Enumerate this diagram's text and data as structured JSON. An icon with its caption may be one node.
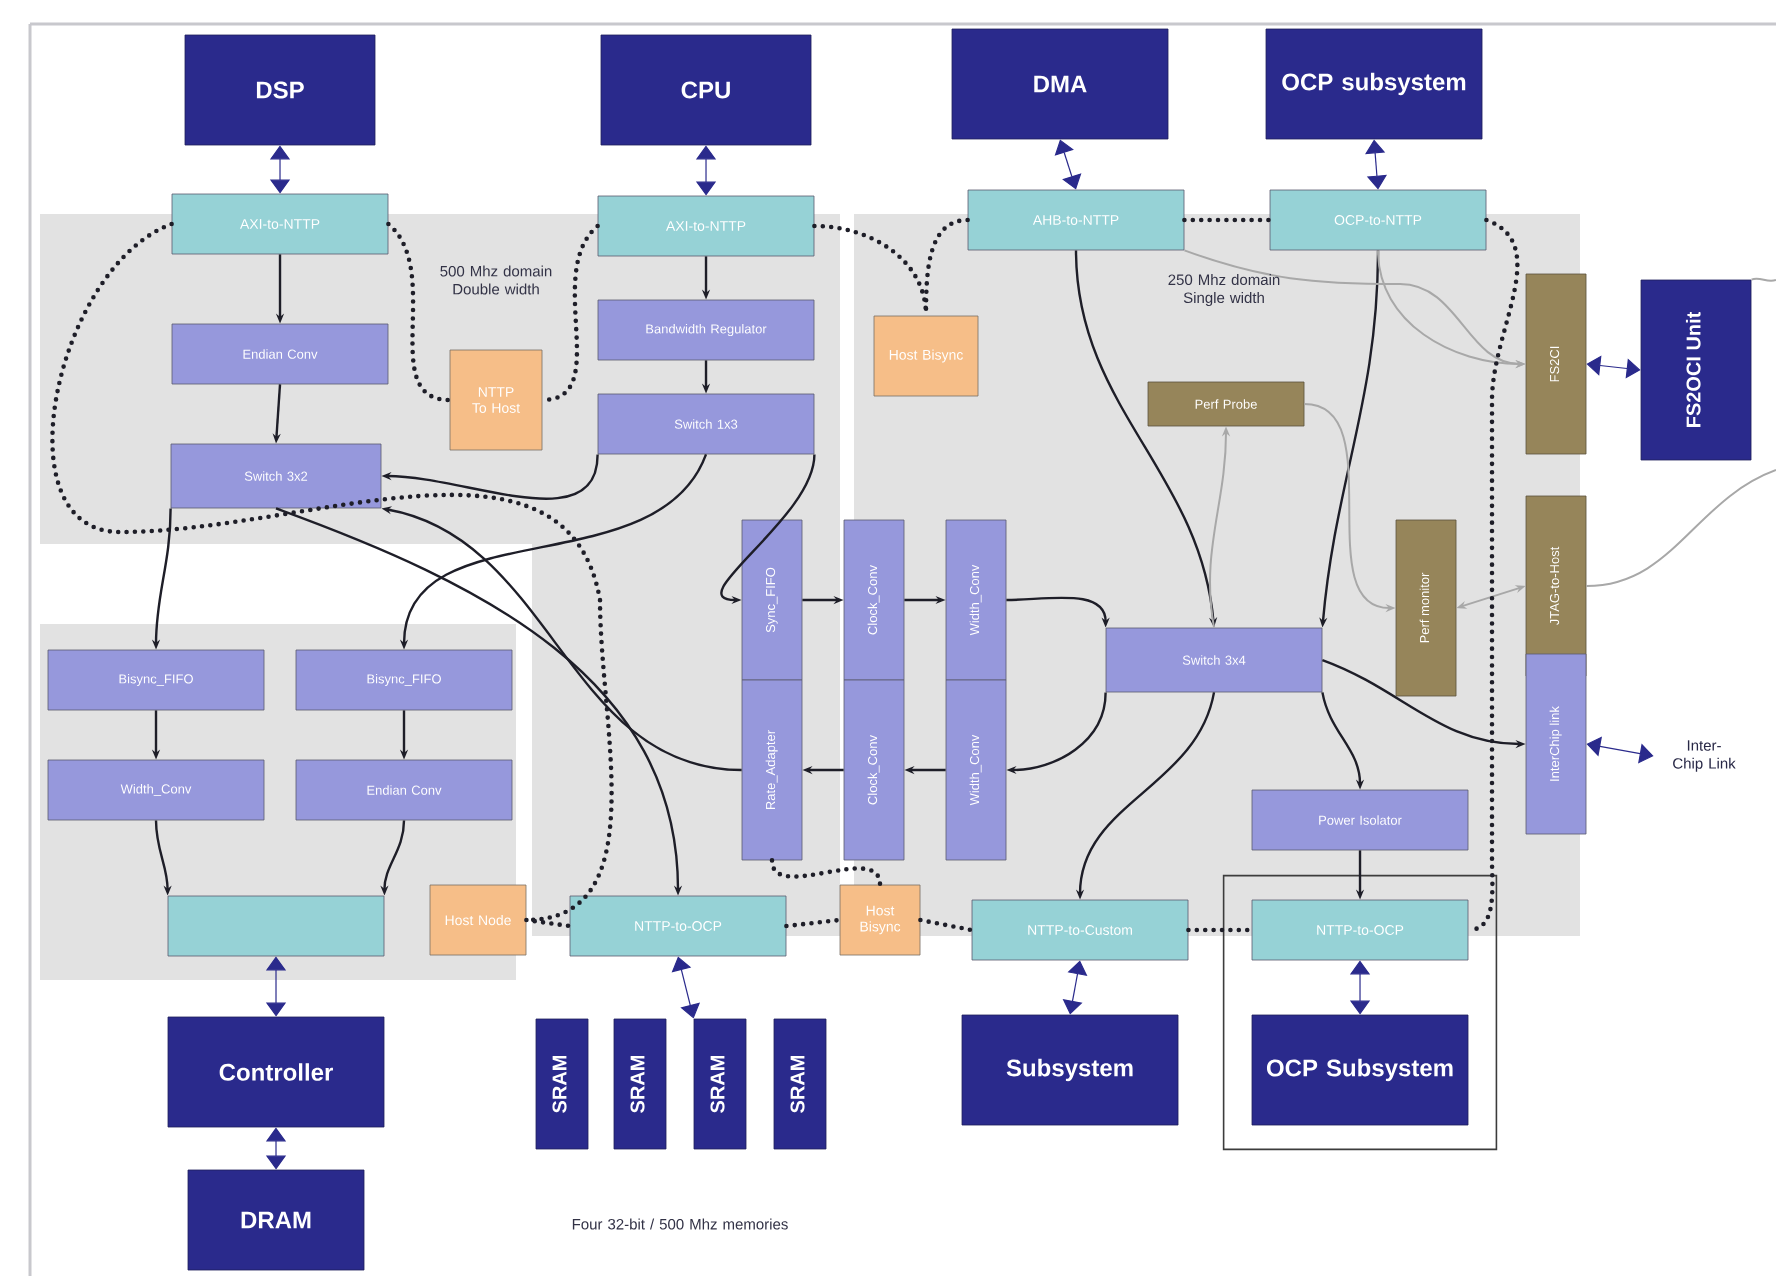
{
  "diagram": {
    "nodes": [
      {
        "text": [
          "DSP"
        ]
      },
      {
        "text": [
          "CPU"
        ]
      },
      {
        "text": [
          "DMA"
        ]
      },
      {
        "text": [
          "OCP subsystem"
        ]
      },
      {
        "text": [
          "AXI-to-NTTP"
        ]
      },
      {
        "text": [
          "AXI-to-NTTP"
        ]
      },
      {
        "text": [
          "AHB-to-NTTP"
        ]
      },
      {
        "text": [
          "OCP-to-NTTP"
        ]
      },
      {
        "text": [
          "Endian Conv"
        ]
      },
      {
        "text": [
          "NTTP To Host"
        ]
      },
      {
        "text": [
          "Bandwidth Regulator"
        ]
      },
      {
        "text": [
          "Switch 1x3"
        ]
      },
      {
        "text": [
          "Host Bisync"
        ]
      },
      {
        "text": [
          "Switch 3x2"
        ]
      },
      {
        "text": [
          "Perf Probe"
        ]
      },
      {
        "text": [
          "FS2CI"
        ]
      },
      {
        "text": [
          "FS2OCI Unit"
        ]
      },
      {
        "text": [
          "Perf monitor"
        ]
      },
      {
        "text": [
          "JTAG-to-Host"
        ]
      },
      {
        "text": [
          "Sync_FIFO"
        ]
      },
      {
        "text": [
          "Clock_Conv"
        ]
      },
      {
        "text": [
          "Width_Conv"
        ]
      },
      {
        "text": [
          "Switch 3x4"
        ]
      },
      {
        "text": [
          "Rate_Adapter"
        ]
      },
      {
        "text": [
          "Clock_Conv"
        ]
      },
      {
        "text": [
          "Width_Conv"
        ]
      },
      {
        "text": [
          "InterChip link"
        ]
      },
      {
        "text": [
          "Inter-Chip Link"
        ]
      },
      {
        "text": [
          "Bisync_FIFO"
        ]
      },
      {
        "text": [
          "Bisync_FIFO"
        ]
      },
      {
        "text": [
          "Width_Conv"
        ]
      },
      {
        "text": [
          "Endian Conv"
        ]
      },
      {
        "text": [
          "Power Isolator"
        ]
      },
      {
        "text": [],
        "shape": "box"
      },
      {
        "text": [
          "Host Node"
        ]
      },
      {
        "text": [
          "NTTP-to-OCP"
        ]
      },
      {
        "text": [
          "Host Bisync"
        ]
      },
      {
        "text": [
          "NTTP-to-Custom"
        ]
      },
      {
        "text": [],
        "shape": "box"
      },
      {
        "text": [
          "NTTP-to-OCP"
        ],
        "in": 38
      },
      {
        "text": [
          "Controller"
        ]
      },
      {
        "text": [
          "DRAM"
        ]
      },
      {
        "text": [
          "SRAM"
        ]
      },
      {
        "text": [
          "SRAM"
        ]
      },
      {
        "text": [
          "SRAM"
        ]
      },
      {
        "text": [
          "SRAM"
        ]
      },
      {
        "text": [
          "Subsystem"
        ]
      },
      {
        "text": [
          "OCP Subsystem"
        ],
        "in": 38
      }
    ],
    "edges": [
      {
        "from": 0,
        "to": 4,
        "arrow": "both",
        "color": "#2a2a8c"
      },
      {
        "from": 1,
        "to": 5,
        "arrow": "both",
        "color": "#2a2a8c"
      },
      {
        "from": 2,
        "to": 6,
        "arrow": "both",
        "color": "#2a2a8c"
      },
      {
        "from": 3,
        "to": 7,
        "arrow": "both",
        "color": "#2a2a8c"
      },
      {
        "from": 15,
        "to": 16,
        "arrow": "both",
        "color": "#2a2a8c"
      },
      {
        "from": 27,
        "to": 26,
        "arrow": "both",
        "color": "#2a2a8c"
      },
      {
        "from": 33,
        "to": 40,
        "arrow": "both",
        "color": "#2a2a8c"
      },
      {
        "from": 40,
        "to": 41,
        "arrow": "both",
        "color": "#2a2a8c"
      },
      {
        "from": 35,
        "to": 44,
        "arrow": "both",
        "color": "#2a2a8c"
      },
      {
        "from": 37,
        "to": 46,
        "arrow": "both",
        "color": "#2a2a8c"
      },
      {
        "from": 39,
        "to": 47,
        "arrow": "both",
        "color": "#2a2a8c"
      },
      {
        "from": 4,
        "to": 8,
        "arrow": "to"
      },
      {
        "from": 8,
        "to": 13,
        "arrow": "to"
      },
      {
        "from": 5,
        "to": 10,
        "arrow": "to"
      },
      {
        "from": 10,
        "to": 11,
        "arrow": "to"
      },
      {
        "from": 11,
        "to": 13,
        "arrow": "to"
      },
      {
        "from": 23,
        "to": 13,
        "arrow": "to"
      },
      {
        "from": 11,
        "to": 19,
        "arrow": "to"
      },
      {
        "from": 13,
        "to": 28,
        "arrow": "to"
      },
      {
        "from": 11,
        "to": 29,
        "arrow": "to"
      },
      {
        "from": 28,
        "to": 30,
        "arrow": "to"
      },
      {
        "from": 29,
        "to": 31,
        "arrow": "to"
      },
      {
        "from": 30,
        "to": 33,
        "arrow": "to"
      },
      {
        "from": 31,
        "to": 33,
        "arrow": "to"
      },
      {
        "from": 19,
        "to": 20,
        "arrow": "to"
      },
      {
        "from": 20,
        "to": 21,
        "arrow": "to"
      },
      {
        "from": 21,
        "to": 22,
        "arrow": "to"
      },
      {
        "from": 22,
        "to": 25,
        "arrow": "to"
      },
      {
        "from": 25,
        "to": 24,
        "arrow": "to"
      },
      {
        "from": 24,
        "to": 23,
        "arrow": "to"
      },
      {
        "from": 6,
        "to": 22,
        "arrow": "to"
      },
      {
        "from": 7,
        "to": 22,
        "arrow": "to"
      },
      {
        "from": 22,
        "to": 37,
        "arrow": "to"
      },
      {
        "from": 22,
        "to": 32,
        "arrow": "to"
      },
      {
        "from": 22,
        "to": 26,
        "arrow": "to"
      },
      {
        "from": 32,
        "to": 39,
        "arrow": "to"
      },
      {
        "from": 13,
        "to": 35,
        "arrow": "to"
      },
      {
        "from": 6,
        "to": 15,
        "arrow": "to",
        "color": "#a8a8a8"
      },
      {
        "from": 7,
        "to": 15,
        "arrow": "to",
        "color": "#a8a8a8"
      },
      {
        "from": 14,
        "to": 17,
        "arrow": "to",
        "color": "#a8a8a8"
      },
      {
        "from": 17,
        "to": 18,
        "arrow": "both",
        "color": "#a8a8a8"
      },
      {
        "from": 22,
        "to": 14,
        "arrow": "to",
        "color": "#a8a8a8"
      },
      {
        "from": 16,
        "to": null,
        "arrow": "none",
        "color": "#a8a8a8"
      },
      {
        "from": 18,
        "to": null,
        "arrow": "none",
        "color": "#a8a8a8"
      },
      {
        "from": 4,
        "to": 34,
        "arrow": "none",
        "style": "dashed"
      },
      {
        "from": 4,
        "to": 9,
        "arrow": "none",
        "style": "dashed"
      },
      {
        "from": 5,
        "to": 9,
        "arrow": "none",
        "style": "dashed"
      },
      {
        "from": 5,
        "to": 12,
        "arrow": "none",
        "style": "dashed"
      },
      {
        "from": 6,
        "to": 12,
        "arrow": "none",
        "style": "dashed"
      },
      {
        "from": 6,
        "to": 7,
        "arrow": "none",
        "style": "dashed"
      },
      {
        "from": 7,
        "to": 39,
        "arrow": "none",
        "style": "dashed"
      },
      {
        "from": 34,
        "to": 35,
        "arrow": "none",
        "style": "dashed"
      },
      {
        "from": 35,
        "to": 36,
        "arrow": "none",
        "style": "dashed"
      },
      {
        "from": 23,
        "to": 36,
        "arrow": "none",
        "style": "dashed"
      },
      {
        "from": 36,
        "to": 37,
        "arrow": "none",
        "style": "dashed"
      },
      {
        "from": 37,
        "to": 39,
        "arrow": "none",
        "style": "dashed"
      }
    ],
    "labels": [
      "500 Mhz domain Double width",
      "250 Mhz domain Single width",
      "Four 32-bit / 500 Mhz memories"
    ]
  }
}
